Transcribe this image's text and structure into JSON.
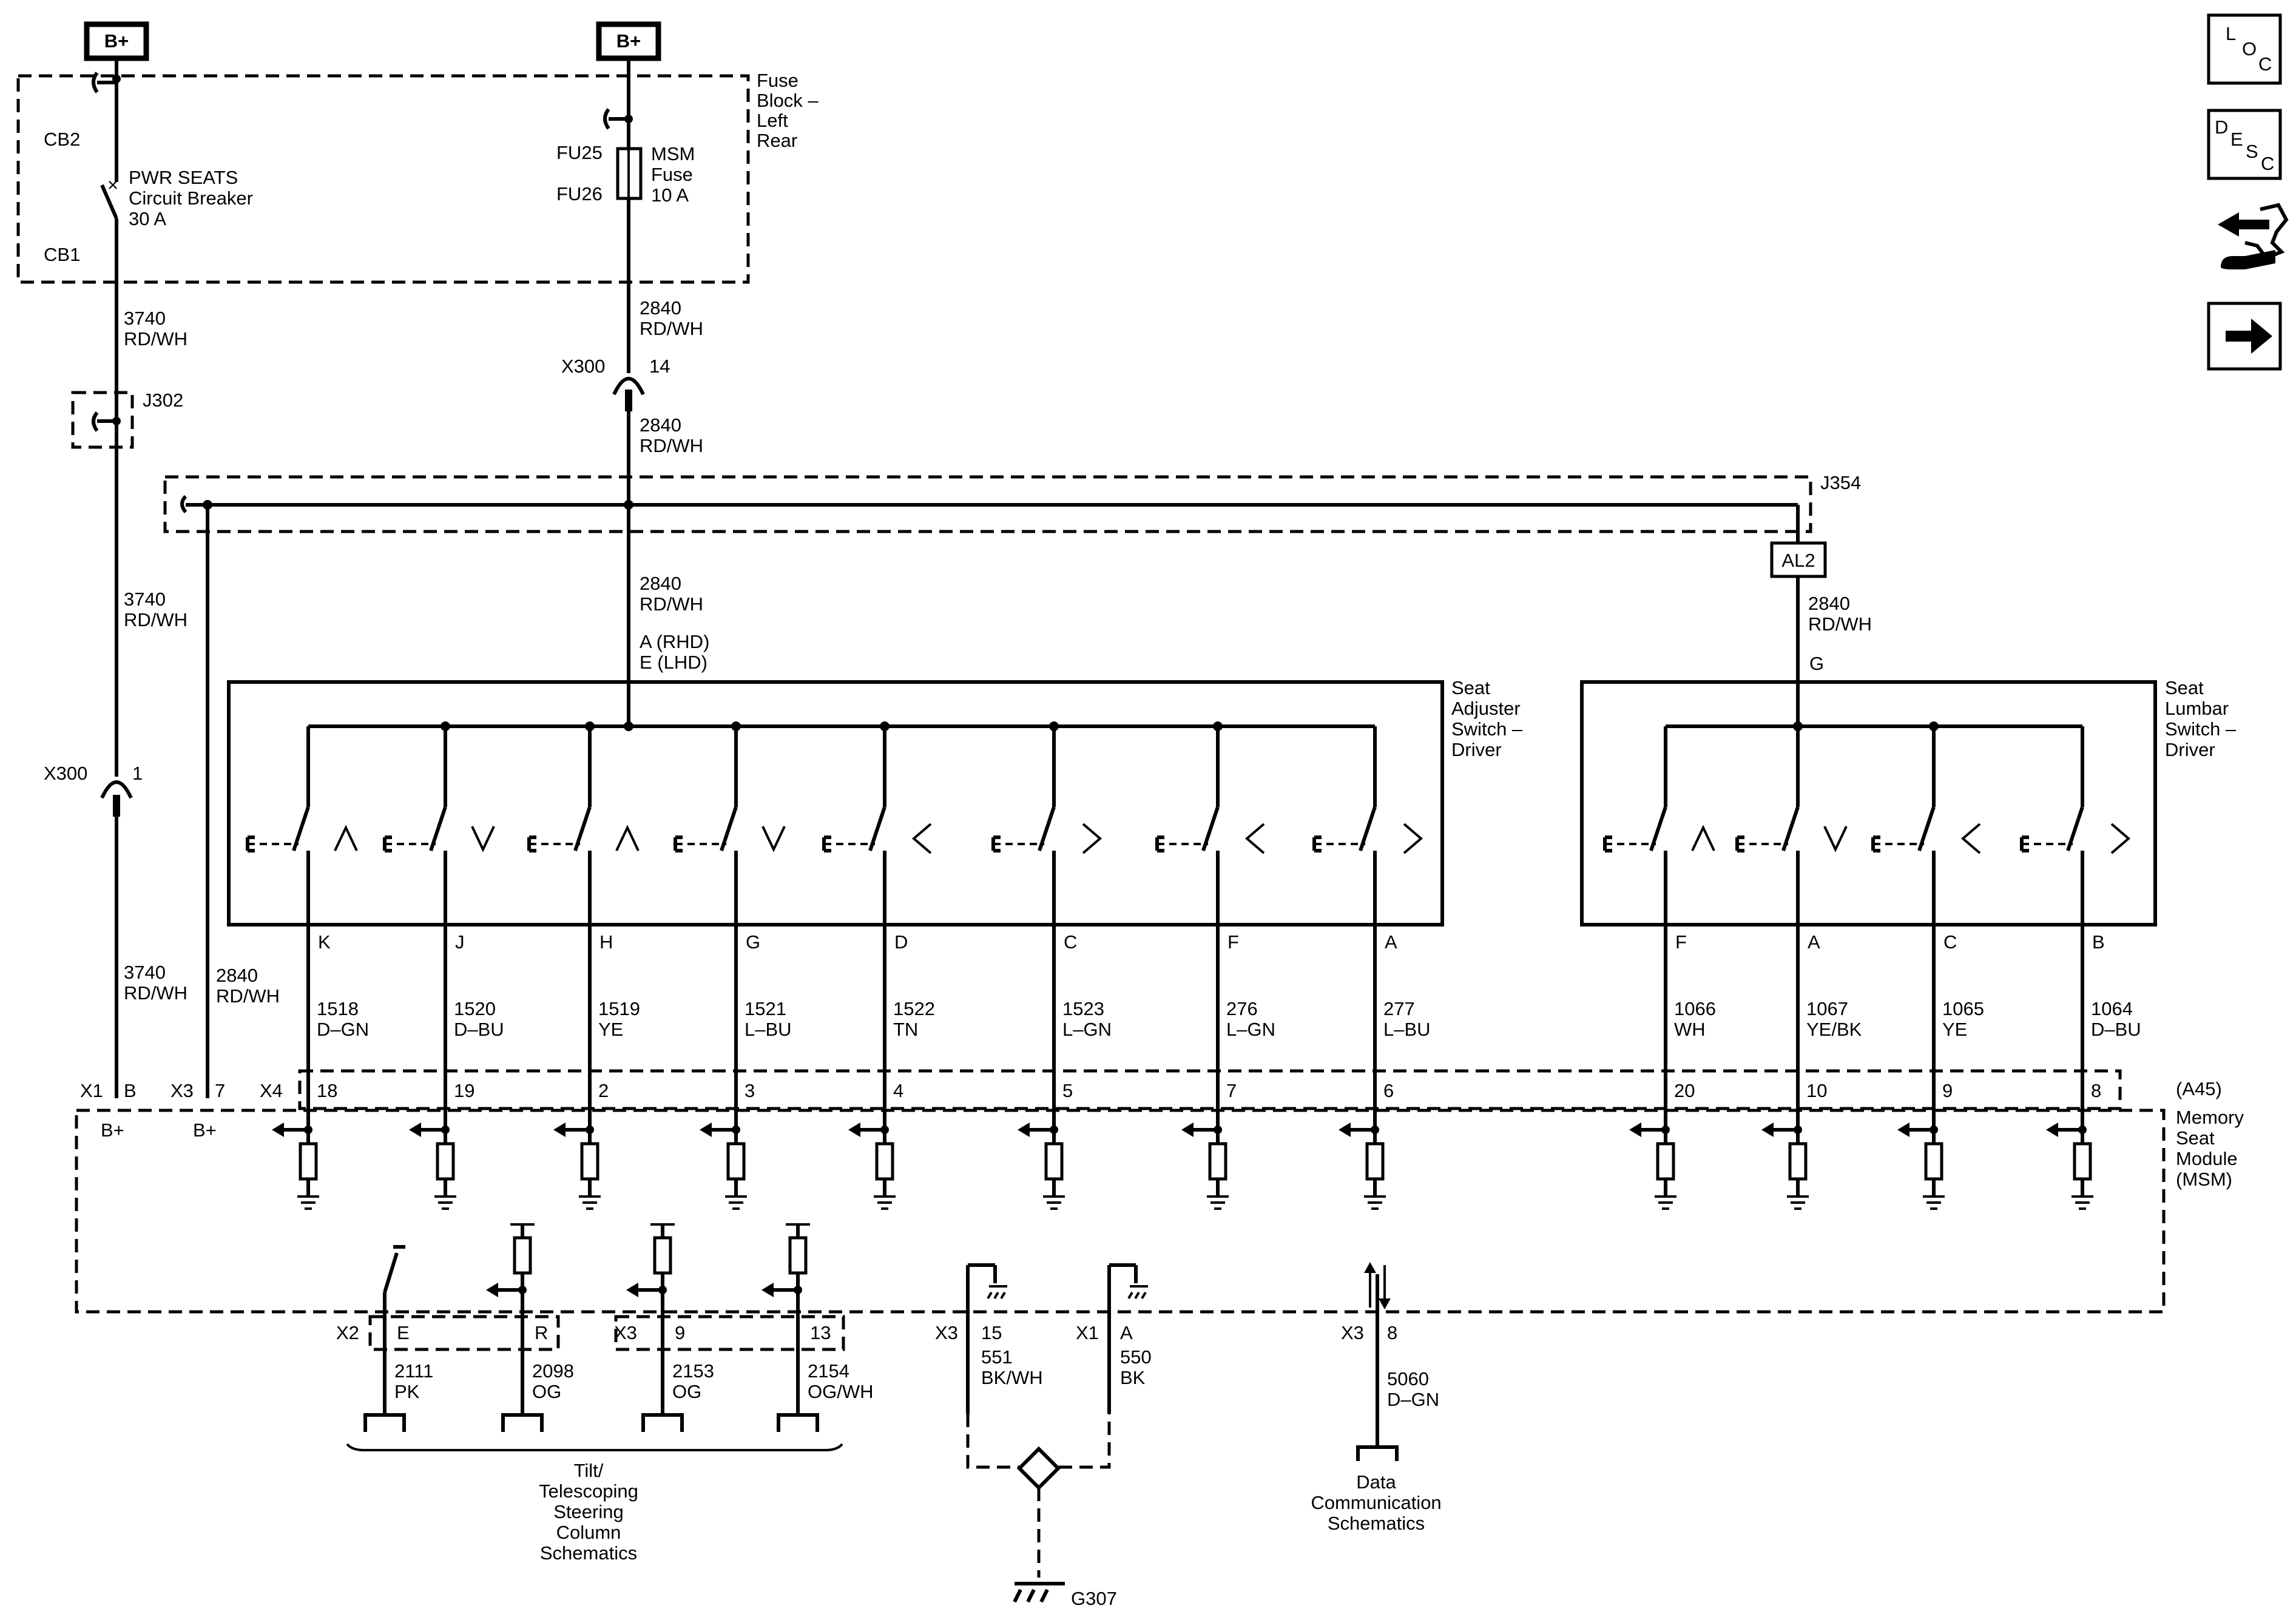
{
  "power_left": {
    "label": "B+"
  },
  "power_right": {
    "label": "B+"
  },
  "fuse_block": {
    "label": [
      "Fuse",
      "Block –",
      "Left",
      "Rear"
    ]
  },
  "cb2": "CB2",
  "cb1": "CB1",
  "breaker": {
    "label": [
      "PWR SEATS",
      "Circuit Breaker",
      "30 A"
    ]
  },
  "fu25": "FU25",
  "fu26": "FU26",
  "msm_fuse": {
    "label": [
      "MSM",
      "Fuse",
      "10 A"
    ]
  },
  "wire_3740_a": [
    "3740",
    "RD/WH"
  ],
  "wire_3740_b": [
    "3740",
    "RD/WH"
  ],
  "wire_3740_c": [
    "3740",
    "RD/WH"
  ],
  "wire_2840_a": [
    "2840",
    "RD/WH"
  ],
  "wire_2840_b": [
    "2840",
    "RD/WH"
  ],
  "wire_2840_c": [
    "2840",
    "RD/WH"
  ],
  "wire_2840_d": [
    "2840",
    "RD/WH"
  ],
  "wire_2840_e": [
    "2840",
    "RD/WH"
  ],
  "j302": "J302",
  "j354": "J354",
  "x300_top": {
    "name": "X300",
    "pin": "14"
  },
  "x300_left": {
    "name": "X300",
    "pin": "1"
  },
  "al2": "AL2",
  "pin_rhd_lhd": [
    "A (RHD)",
    "E (LHD)"
  ],
  "lumbar_pin_g": "G",
  "seat_adjuster": {
    "label": [
      "Seat",
      "Adjuster",
      "Switch –",
      "Driver"
    ],
    "switches": [
      {
        "arrow": "up",
        "pin": "K",
        "circuit": "1518",
        "color": "D–GN",
        "msm_pin": "18"
      },
      {
        "arrow": "down",
        "pin": "J",
        "circuit": "1520",
        "color": "D–BU",
        "msm_pin": "19"
      },
      {
        "arrow": "up",
        "pin": "H",
        "circuit": "1519",
        "color": "YE",
        "msm_pin": "2"
      },
      {
        "arrow": "down",
        "pin": "G",
        "circuit": "1521",
        "color": "L–BU",
        "msm_pin": "3"
      },
      {
        "arrow": "left",
        "pin": "D",
        "circuit": "1522",
        "color": "TN",
        "msm_pin": "4"
      },
      {
        "arrow": "right",
        "pin": "C",
        "circuit": "1523",
        "color": "L–GN",
        "msm_pin": "5"
      },
      {
        "arrow": "left",
        "pin": "F",
        "circuit": "276",
        "color": "L–GN",
        "msm_pin": "7"
      },
      {
        "arrow": "right",
        "pin": "A",
        "circuit": "277",
        "color": "L–BU",
        "msm_pin": "6"
      }
    ]
  },
  "seat_lumbar": {
    "label": [
      "Seat",
      "Lumbar",
      "Switch –",
      "Driver"
    ],
    "switches": [
      {
        "arrow": "up",
        "pin": "F",
        "circuit": "1066",
        "color": "WH",
        "msm_pin": "20"
      },
      {
        "arrow": "down",
        "pin": "A",
        "circuit": "1067",
        "color": "YE/BK",
        "msm_pin": "10"
      },
      {
        "arrow": "left",
        "pin": "C",
        "circuit": "1065",
        "color": "YE",
        "msm_pin": "9"
      },
      {
        "arrow": "right",
        "pin": "B",
        "circuit": "1064",
        "color": "D–BU",
        "msm_pin": "8"
      }
    ]
  },
  "msm": {
    "ref": "(A45)",
    "label": [
      "Memory",
      "Seat",
      "Module",
      "(MSM)"
    ],
    "x1_b": {
      "conn": "X1",
      "pin": "B",
      "text": "B+"
    },
    "x3_7": {
      "conn": "X3",
      "pin": "7",
      "text": "B+"
    },
    "x4": "X4"
  },
  "steering": {
    "connectors": [
      {
        "conn": "X2",
        "pin": "E",
        "circuit": "2111",
        "color": "PK"
      },
      {
        "conn": "",
        "pin": "R",
        "circuit": "2098",
        "color": "OG"
      },
      {
        "conn": "X3",
        "pin": "9",
        "circuit": "2153",
        "color": "OG"
      },
      {
        "conn": "",
        "pin": "13",
        "circuit": "2154",
        "color": "OG/WH"
      }
    ],
    "label": [
      "Tilt/",
      "Telescoping",
      "Steering",
      "Column",
      "Schematics"
    ]
  },
  "ground_wires": [
    {
      "conn": "X3",
      "pin": "15",
      "circuit": "551",
      "color": "BK/WH"
    },
    {
      "conn": "X1",
      "pin": "A",
      "circuit": "550",
      "color": "BK"
    }
  ],
  "g307": "G307",
  "data_comm": {
    "conn": "X3",
    "pin": "8",
    "circuit": "5060",
    "color": "D–GN",
    "label": [
      "Data",
      "Communication",
      "Schematics"
    ]
  },
  "nav_icons": {
    "loc": [
      "L",
      "O",
      "C"
    ],
    "desc": [
      "D",
      "E",
      "S",
      "C"
    ]
  }
}
